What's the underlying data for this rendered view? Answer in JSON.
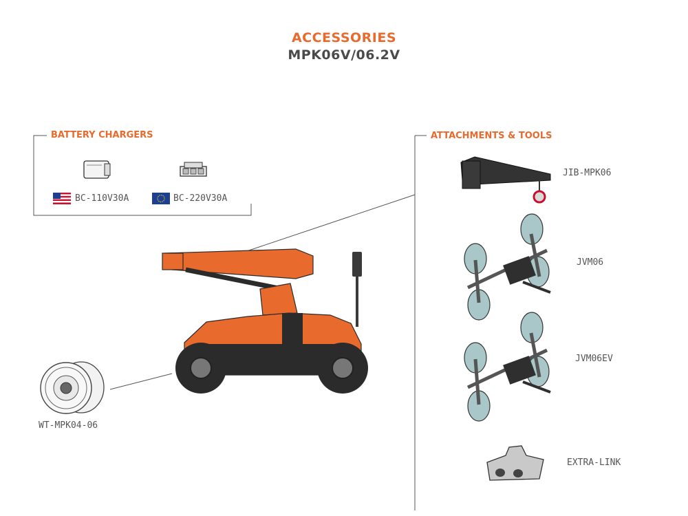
{
  "header": {
    "title": "ACCESSORIES",
    "model": "MPK06V/06.2V"
  },
  "battery_chargers": {
    "heading": "BATTERY CHARGERS",
    "items": [
      {
        "label": "BC-110V30A",
        "flag": "us-flag-icon"
      },
      {
        "label": "BC-220V30A",
        "flag": "eu-flag-icon"
      }
    ]
  },
  "attachments": {
    "heading": "ATTACHMENTS & TOOLS",
    "items": [
      {
        "label": "JIB-MPK06"
      },
      {
        "label": "JVM06"
      },
      {
        "label": "JVM06EV"
      },
      {
        "label": "EXTRA-LINK"
      }
    ]
  },
  "wheel_item": {
    "label": "WT-MPK04-06"
  },
  "colors": {
    "accent": "#e86a2c",
    "dark": "#2b2b2b",
    "line": "#555555",
    "suction_cup": "#a9c6c8"
  }
}
